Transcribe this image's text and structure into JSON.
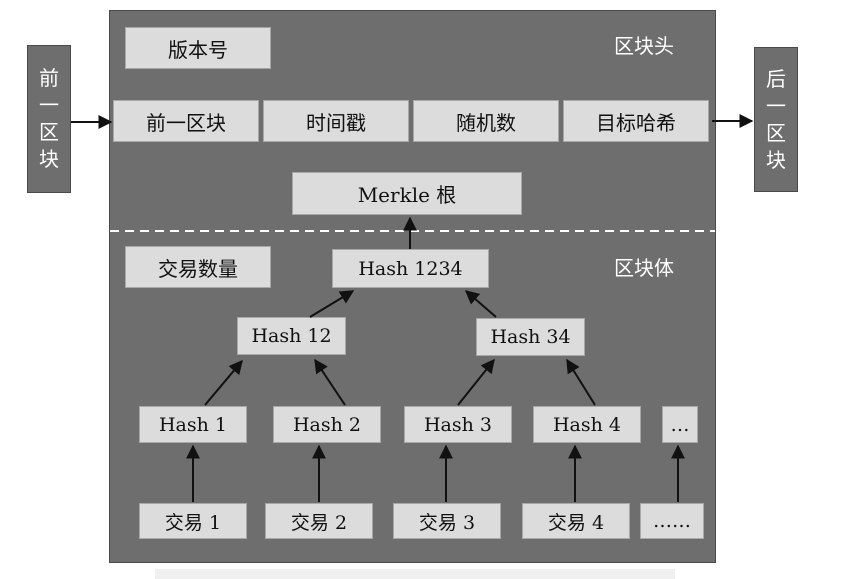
{
  "left_block": {
    "chars": [
      "前",
      "一",
      "区",
      "块"
    ]
  },
  "right_block": {
    "chars": [
      "后",
      "一",
      "区",
      "块"
    ]
  },
  "header": {
    "label": "区块头",
    "version": "版本号",
    "fields": [
      "前一区块",
      "时间戳",
      "随机数",
      "目标哈希"
    ],
    "merkle_root": "Merkle 根"
  },
  "body": {
    "label": "区块体",
    "tx_count": "交易数量",
    "hash_1234": "Hash 1234",
    "hash_12": "Hash 12",
    "hash_34": "Hash 34",
    "leaf_hashes": [
      "Hash 1",
      "Hash 2",
      "Hash 3",
      "Hash 4",
      "…"
    ],
    "transactions": [
      "交易 1",
      "交易 2",
      "交易 3",
      "交易 4",
      "……"
    ]
  },
  "colors": {
    "panel": "#6e6e6e",
    "box": "#dcdcdc",
    "line": "#111111",
    "divider": "#ffffff"
  }
}
